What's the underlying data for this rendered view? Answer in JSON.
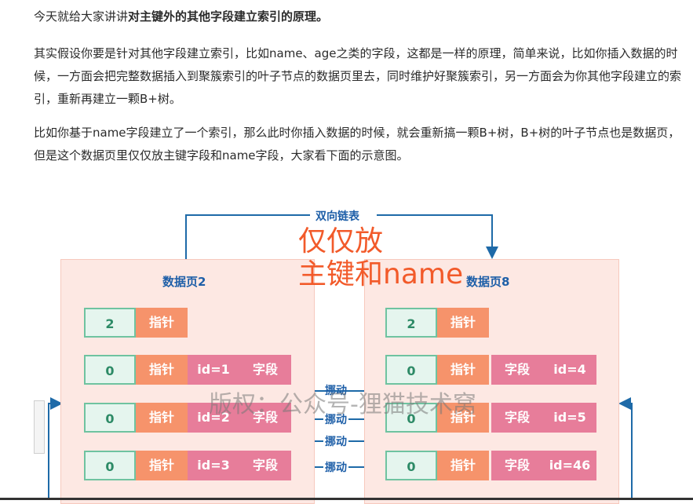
{
  "article": {
    "intro_prefix": "今天就给大家讲讲",
    "intro_bold": "对主键外的其他字段建立索引的原理。",
    "para1": "其实假设你要是针对其他字段建立索引，比如name、age之类的字段，这都是一样的原理，简单来说，比如你插入数据的时候，一方面会把完整数据插入到聚簇索引的叶子节点的数据页里去，同时维护好聚簇索引，另一方面会为你其他字段建立的索引，重新再建立一颗B+树。",
    "para2": "比如你基于name字段建立了一个索引，那么此时你插入数据的时候，就会重新搞一颗B+树，B+树的叶子节点也是数据页，但是这个数据页里仅仅放主键字段和name字段，大家看下面的示意图。"
  },
  "figure": {
    "top_label": "双向链表",
    "left_page_title": "数据页2",
    "right_page_title": "数据页8",
    "annotation_line1": "仅仅放",
    "annotation_line2": "主键和name",
    "move_label": "挪动",
    "watermark": "版权：公众号-狸猫技术窝",
    "left_rows": [
      {
        "num": "2",
        "ptr": "指针"
      },
      {
        "num": "0",
        "ptr": "指针",
        "id": "id=1",
        "field": "字段"
      },
      {
        "num": "0",
        "ptr": "指针",
        "id": "id=2",
        "field": "字段"
      },
      {
        "num": "0",
        "ptr": "指针",
        "id": "id=3",
        "field": "字段"
      }
    ],
    "right_rows": [
      {
        "num": "2",
        "ptr": "指针"
      },
      {
        "num": "0",
        "ptr": "指针",
        "field": "字段",
        "id": "id=4"
      },
      {
        "num": "0",
        "ptr": "指针",
        "field": "字段",
        "id": "id=5"
      },
      {
        "num": "0",
        "ptr": "指针",
        "field": "字段",
        "id": "id=46"
      }
    ],
    "colors": {
      "panel_bg": "#fde8e3",
      "pointer": "#f6936b",
      "field": "#e77d9a",
      "number_bg": "#e5f5ee",
      "number_border": "#6fc3a0",
      "arrow": "#1e6aa8",
      "annotation": "#f25a2a"
    }
  }
}
